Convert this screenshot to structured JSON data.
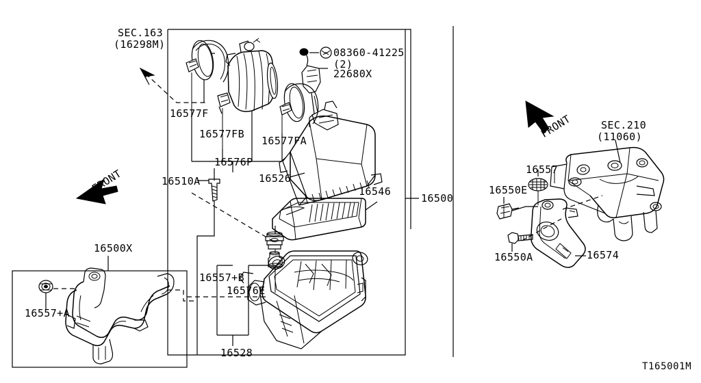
{
  "diagram": {
    "watermark": "T165001M",
    "front_arrow_label_left": "FRONT",
    "front_arrow_label_right": "FRONT",
    "sections": [
      {
        "name": "sec-163",
        "line1": "SEC.163",
        "line2": "(16298M)"
      },
      {
        "name": "sec-210",
        "line1": "SEC.210",
        "line2": "(11060)"
      }
    ],
    "callouts": {
      "hose_clamp_rear": "16577F",
      "hose_clamp_mid": "16577FB",
      "hose_clamp_front": "16577FA",
      "air_duct_hose": "16576P",
      "sensor_screw": "08360-41225",
      "sensor_screw_qty": "(2)",
      "mass_air_flow_sensor": "22680X",
      "cover_screw": "16510A",
      "air_cleaner_cover": "16526",
      "air_filter_element": "16546",
      "air_cleaner_assembly": "16500",
      "air_inlet_duct_assembly": "16500X",
      "inlet_duct_mount_grommet": "16557+A",
      "case_mount_grommet": "16557+B",
      "mount_collar": "16576E",
      "air_cleaner_case_lower": "16528",
      "bracket_grommet": "16557",
      "bracket_clip": "16550E",
      "bracket_bolt": "16550A",
      "air_cleaner_bracket": "16574"
    }
  }
}
